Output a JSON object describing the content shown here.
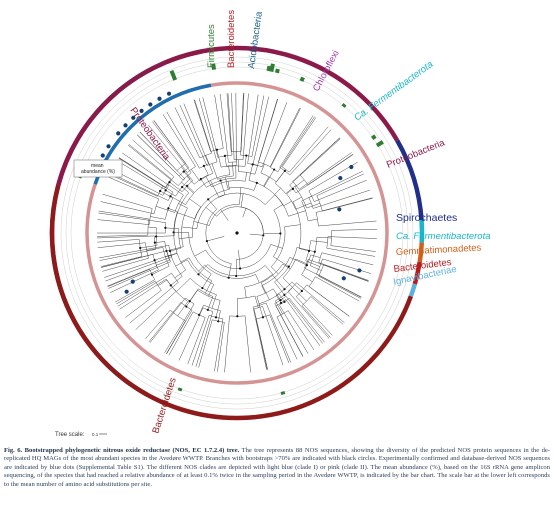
{
  "figure": {
    "mean_abundance_label": "mean\nabundance (%)",
    "tree_scale_label": "Tree scale:",
    "tree_scale_value": "0.1",
    "phyla": [
      {
        "name": "Firmicutes",
        "color": "#2e7d32"
      },
      {
        "name": "Bacteroidetes",
        "color": "#b71c1c"
      },
      {
        "name": "Acidobacteria",
        "color": "#1a5e8a"
      },
      {
        "name": "Chloroflexi",
        "color": "#a53ea5"
      },
      {
        "name": "Ca. Fermentibacterota",
        "color": "#18b6c6"
      },
      {
        "name": "Proteobacteria",
        "color": "#8b1a4a"
      },
      {
        "name": "Spirochaetes",
        "color": "#1f2f8a"
      },
      {
        "name": "Ca. Fermentibacterota",
        "color": "#18b6c6"
      },
      {
        "name": "Gemmatimonadetes",
        "color": "#d2601a"
      },
      {
        "name": "Bacteroidetes",
        "color": "#b71c1c"
      },
      {
        "name": "Ignavibacteriae",
        "color": "#5fb0e0"
      },
      {
        "name": "Bacteroidetes",
        "color": "#8e1a1a"
      },
      {
        "name": "Proteobacteria",
        "color": "#8b1a4a"
      }
    ],
    "clade_colors": {
      "clade_I": "#1e6fb0",
      "clade_II": "#d49494"
    },
    "bar_color": "#2e7d32",
    "dot_color": "#163f73"
  },
  "caption": {
    "bold": "Fig. 6. Bootstrapped phylogenetic nitrous oxide reductase (NOS, EC 1.7.2.4) tree.",
    "text": " The tree represents 88 NOS sequences, showing the diversity of the predicted NOS protein sequences in the de-replicated HQ MAGs of the most abundant species in the Avedøre WWTP. Branches with bootstraps >70% are indicated with black circles. Experimentally confirmed and database-derived NOS sequences are indicated by blue dots (Supplemental Table S1). The different NOS clades are depicted with light blue (clade I) or pink (clade II). The mean abundance (%), based on the 16S rRNA gene amplicon sequencing, of the species that had reached a relative abundance of at least 0.1% twice in the sampling period in the Avedøre WWTP, is indicated by the bar chart. The scale bar at the lower left corresponds to the mean number of amino acid substitutions per site."
  }
}
